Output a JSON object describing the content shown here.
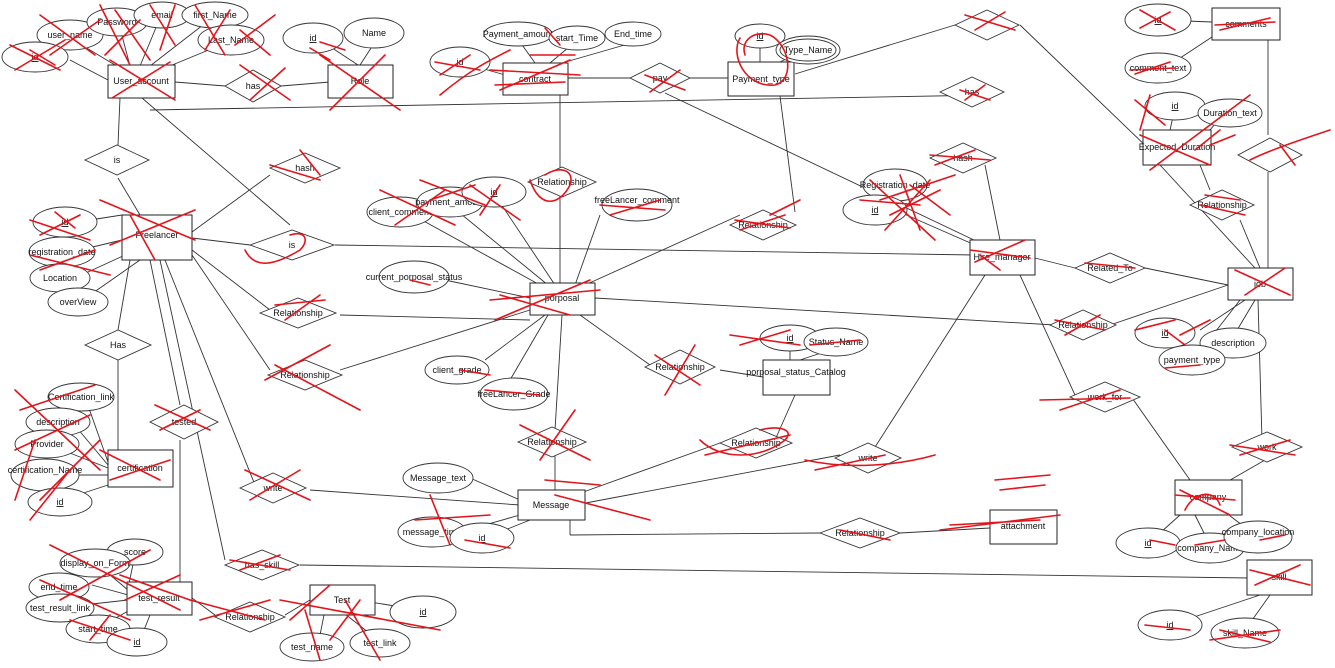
{
  "colors": {
    "scribble": "#e3141b",
    "line": "#333333",
    "background": "#ffffff"
  },
  "entities": {
    "user_account": "User_account",
    "role": "Role",
    "contract": "contract",
    "payment_type": "Payment_type",
    "comments": "comments",
    "expected_duration": "Expected_Duration",
    "freelancer": "Freelancer",
    "proposal": "porposal",
    "hire_manager": "Hire_manager",
    "job": "job",
    "proposal_status_catalog": "porposal_status_Catalog",
    "certification": "certification",
    "message": "Message",
    "attachment": "attachment",
    "company": "company",
    "test_result": "test_result",
    "test": "Test",
    "skill": "skill"
  },
  "attributes": {
    "user_name": "user_name",
    "password": "Password",
    "email": "email",
    "first_name": "first_Name",
    "last_name": "Last_Name",
    "ua_id": "id",
    "role_id": "id",
    "role_name": "Name",
    "payment_amount": "Payment_amount",
    "start_time": "start_Time",
    "end_time": "End_time",
    "contract_id": "id",
    "pt_id": "id",
    "type_name": "Type_Name",
    "comment_id": "id",
    "comment_text": "comment_text",
    "duration_id": "id",
    "duration_text": "Duration_text",
    "fl_id": "id",
    "registration_date": "registration_date",
    "location": "Location",
    "overview": "overView",
    "payment_amount_p": "payment_amount",
    "proposal_id": "id",
    "client_comment": "client_comment",
    "freelancer_comment": "freeLancer_comment",
    "current_proposal_status": "current_porposal_status",
    "client_grade": "client_grade",
    "freelancer_grade": "freeLancer_Grade",
    "hm_registration_date": "Registration_date",
    "hm_id": "id",
    "status_id": "id",
    "status_name": "Status_Name",
    "job_id": "id",
    "job_description": "description",
    "payment_type_attr": "payment_type",
    "cert_link": "Certification_link",
    "cert_description": "description",
    "provider": "Provider",
    "cert_name": "certification_Name",
    "cert_id": "id",
    "message_text": "Message_text",
    "message_time": "message_time",
    "message_id": "id",
    "company_id": "id",
    "company_name": "company_Name",
    "company_location": "company_location",
    "score": "score",
    "display_on_form": "display_on_Form",
    "tr_end_time": "end_time",
    "test_result_link": "test_result_link",
    "tr_start_time": "start_time",
    "tr_id": "id",
    "test_id": "id",
    "test_name": "test_name",
    "test_link": "test_link",
    "skill_id": "id",
    "skill_name": "skill_Name"
  },
  "relationships": {
    "has_role": "has",
    "pay": "pay",
    "is": "is",
    "hash": "hash",
    "relationship_contract_proposal": "Relationship",
    "relationship_payment": "Relationship",
    "relationship_comments_job": "Relationship",
    "is_hm": "is",
    "work": "work",
    "relationship_fl_proposal": "Relationship",
    "relationship_fl_job": "Relationship",
    "related_to": "Related_To",
    "relationship_job_proposal": "Relationship",
    "has_cert": "Has",
    "tested": "tested",
    "relationship_status": "Relationship",
    "relationship_message": "Relationship",
    "relationship_message_status": "Relationship",
    "write_fl": "write",
    "write_hm": "write",
    "work_for": "work_for",
    "has_skill": "has_skill",
    "relationship_attachment": "Relationship",
    "relationship_test": "Relationship",
    "has_job": "has",
    "top_diamond": "",
    "hash_hm": "hash"
  }
}
